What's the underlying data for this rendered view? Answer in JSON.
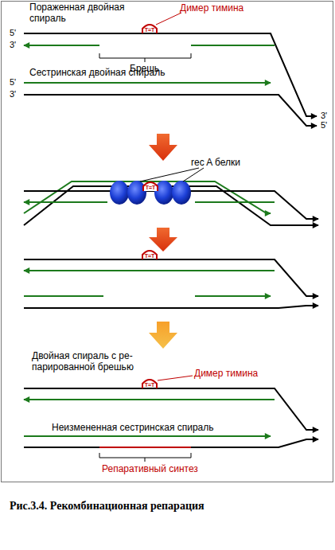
{
  "diagram": {
    "caption": "Рис.3.4. Рекомбинационная репарация",
    "labels": [
      "Пораженная двойная спираль",
      "Димер тимина",
      "5'",
      "3'",
      "T=T",
      "Брешь",
      "Сестринская двойная спираль",
      "5'",
      "3'",
      "3'",
      "5'",
      "rec A белки",
      "T=T",
      "T=T",
      "Двойная спираль с ре- парированной брешью",
      "Димер тимина",
      "T=T",
      "Неизмененная сестринская спираль",
      "Репаративный синтез"
    ]
  }
}
